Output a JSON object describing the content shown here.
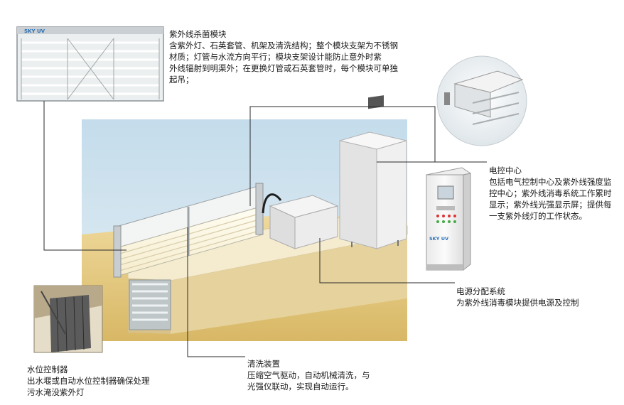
{
  "colors": {
    "sky": "#cfe4ee",
    "sand": "#e8cf8f",
    "sand_dark": "#d9b96c",
    "channel": "#f3e7c3",
    "cabinet": "#f2f2f2",
    "line": "#2a2a2a",
    "brand": "#2a70b8"
  },
  "brand_label": "SKY UV",
  "components": [
    {
      "id": "uv-module",
      "title": "紫外线杀菌模块",
      "lines": [
        "含紫外灯、石英套管、机架及清洗结构；整个模块支架为不锈钢",
        "材质；灯管与水流方向平行；模块支架设计能防止意外时紫",
        "外线辐射到明渠外；在更换灯管或石英套管时，每个模块可单独",
        "起吊；"
      ]
    },
    {
      "id": "control-center",
      "title": "电控中心",
      "lines": [
        "包括电气控制中心及紫外线强度监",
        "控中心；紫外线消毒系统工作累时",
        "显示；紫外线光强显示屏；提供每",
        "一支紫外线灯的工作状态。"
      ]
    },
    {
      "id": "power-distribution",
      "title": "电源分配系统",
      "lines": [
        "为紫外线消毒模块提供电源及控制"
      ]
    },
    {
      "id": "cleaning-device",
      "title": "清洗装置",
      "lines": [
        "压缩空气驱动，自动机械清洗，与",
        "光强仪联动，实现自动运行。"
      ]
    },
    {
      "id": "water-level-controller",
      "title": "水位控制器",
      "lines": [
        "出水堰或自动水位控制器确保处理",
        "污水淹没紫外灯"
      ]
    }
  ]
}
